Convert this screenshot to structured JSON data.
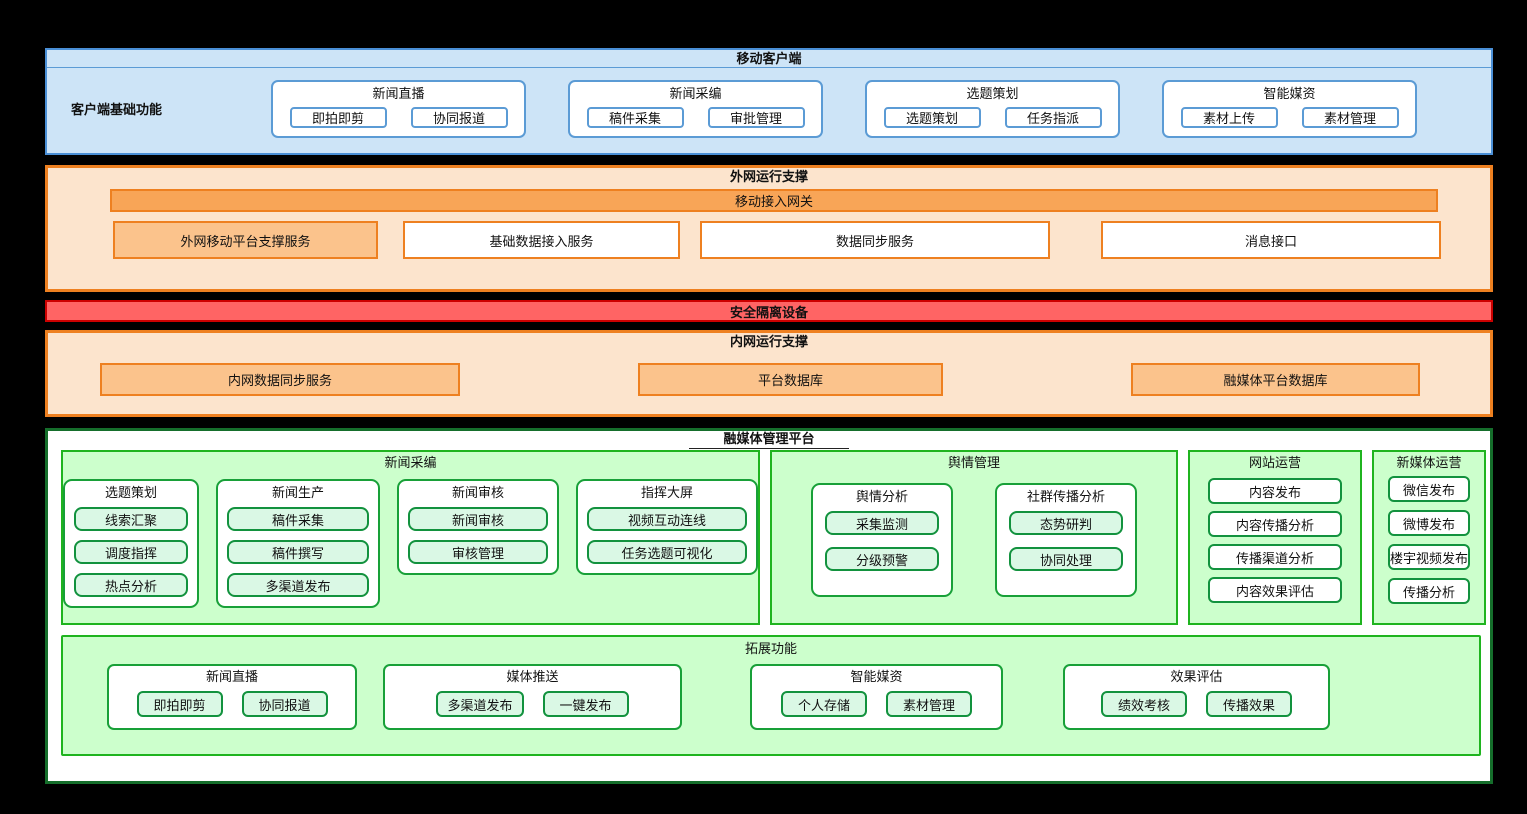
{
  "colors": {
    "background": "#000000",
    "blue_fill": "#cde4f7",
    "blue_border": "#5b9bd5",
    "orange_fill": "#fce4cd",
    "orange_border": "#ee8020",
    "orange_bar_fill": "#f8a557",
    "orange_box_fill": "#fbc38c",
    "red_fill": "#ff6464",
    "red_border": "#cc0000",
    "green_dark_border": "#156e2b",
    "green_bright_border": "#1fb41f",
    "green_group_fill": "#ccffcc",
    "green_item_fill": "#daf8e5",
    "green_item_border": "#12923e"
  },
  "mobile_client": {
    "title": "移动客户端",
    "side_label": "客户端基础功能",
    "groups": [
      {
        "title": "新闻直播",
        "items": [
          "即拍即剪",
          "协同报道"
        ]
      },
      {
        "title": "新闻采编",
        "items": [
          "稿件采集",
          "审批管理"
        ]
      },
      {
        "title": "选题策划",
        "items": [
          "选题策划",
          "任务指派"
        ]
      },
      {
        "title": "智能媒资",
        "items": [
          "素材上传",
          "素材管理"
        ]
      }
    ]
  },
  "extranet_support": {
    "title": "外网运行支撑",
    "gateway": "移动接入网关",
    "boxes": [
      {
        "label": "外网移动平台支撑服务"
      },
      {
        "label": "基础数据接入服务"
      },
      {
        "label": "数据同步服务"
      },
      {
        "label": "消息接口"
      }
    ]
  },
  "isolation": {
    "title": "安全隔离设备"
  },
  "intranet_support": {
    "title": "内网运行支撑",
    "boxes": [
      {
        "label": "内网数据同步服务"
      },
      {
        "label": "平台数据库"
      },
      {
        "label": "融媒体平台数据库"
      }
    ]
  },
  "media_platform": {
    "title": "融媒体管理平台",
    "sections": [
      {
        "title": "新闻采编",
        "subgroups": [
          {
            "title": "选题策划",
            "items": [
              "线索汇聚",
              "调度指挥",
              "热点分析"
            ]
          },
          {
            "title": "新闻生产",
            "items": [
              "稿件采集",
              "稿件撰写",
              "多渠道发布"
            ]
          },
          {
            "title": "新闻审核",
            "items": [
              "新闻审核",
              "审核管理"
            ]
          },
          {
            "title": "指挥大屏",
            "items": [
              "视频互动连线",
              "任务选题可视化"
            ]
          }
        ]
      },
      {
        "title": "舆情管理",
        "subgroups": [
          {
            "title": "舆情分析",
            "items": [
              "采集监测",
              "分级预警"
            ]
          },
          {
            "title": "社群传播分析",
            "items": [
              "态势研判",
              "协同处理"
            ]
          }
        ]
      },
      {
        "title": "网站运营",
        "items": [
          "内容发布",
          "内容传播分析",
          "传播渠道分析",
          "内容效果评估"
        ]
      },
      {
        "title": "新媒体运营",
        "items": [
          "微信发布",
          "微博发布",
          "楼宇视频发布",
          "传播分析"
        ]
      }
    ],
    "extension": {
      "title": "拓展功能",
      "subgroups": [
        {
          "title": "新闻直播",
          "items": [
            "即拍即剪",
            "协同报道"
          ]
        },
        {
          "title": "媒体推送",
          "items": [
            "多渠道发布",
            "一键发布"
          ]
        },
        {
          "title": "智能媒资",
          "items": [
            "个人存储",
            "素材管理"
          ]
        },
        {
          "title": "效果评估",
          "items": [
            "绩效考核",
            "传播效果"
          ]
        }
      ]
    }
  }
}
